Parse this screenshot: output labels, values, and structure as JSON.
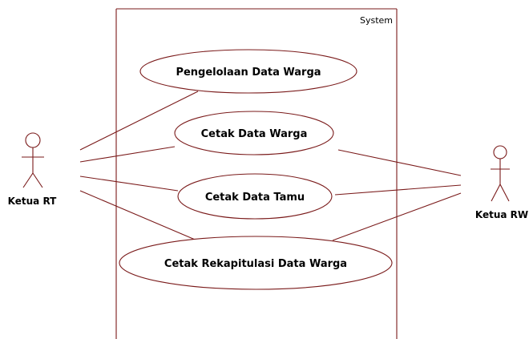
{
  "colors": {
    "stroke": "#7a1a1a",
    "background": "#ffffff",
    "text": "#000000"
  },
  "system": {
    "label": "System"
  },
  "actors": {
    "ketua_rt": {
      "label": "Ketua RT"
    },
    "ketua_rw": {
      "label": "Ketua RW"
    }
  },
  "use_cases": {
    "pengelolaan": {
      "label": "Pengelolaan Data Warga"
    },
    "cetak_warga": {
      "label": "Cetak Data Warga"
    },
    "cetak_tamu": {
      "label": "Cetak Data Tamu"
    },
    "cetak_rekap": {
      "label": "Cetak Rekapitulasi Data Warga"
    }
  },
  "associations": [
    {
      "actor": "Ketua RT",
      "use_case": "Pengelolaan Data Warga"
    },
    {
      "actor": "Ketua RT",
      "use_case": "Cetak Data Warga"
    },
    {
      "actor": "Ketua RT",
      "use_case": "Cetak Data Tamu"
    },
    {
      "actor": "Ketua RT",
      "use_case": "Cetak Rekapitulasi Data Warga"
    },
    {
      "actor": "Ketua RW",
      "use_case": "Cetak Data Warga"
    },
    {
      "actor": "Ketua RW",
      "use_case": "Cetak Data Tamu"
    },
    {
      "actor": "Ketua RW",
      "use_case": "Cetak Rekapitulasi Data Warga"
    }
  ]
}
